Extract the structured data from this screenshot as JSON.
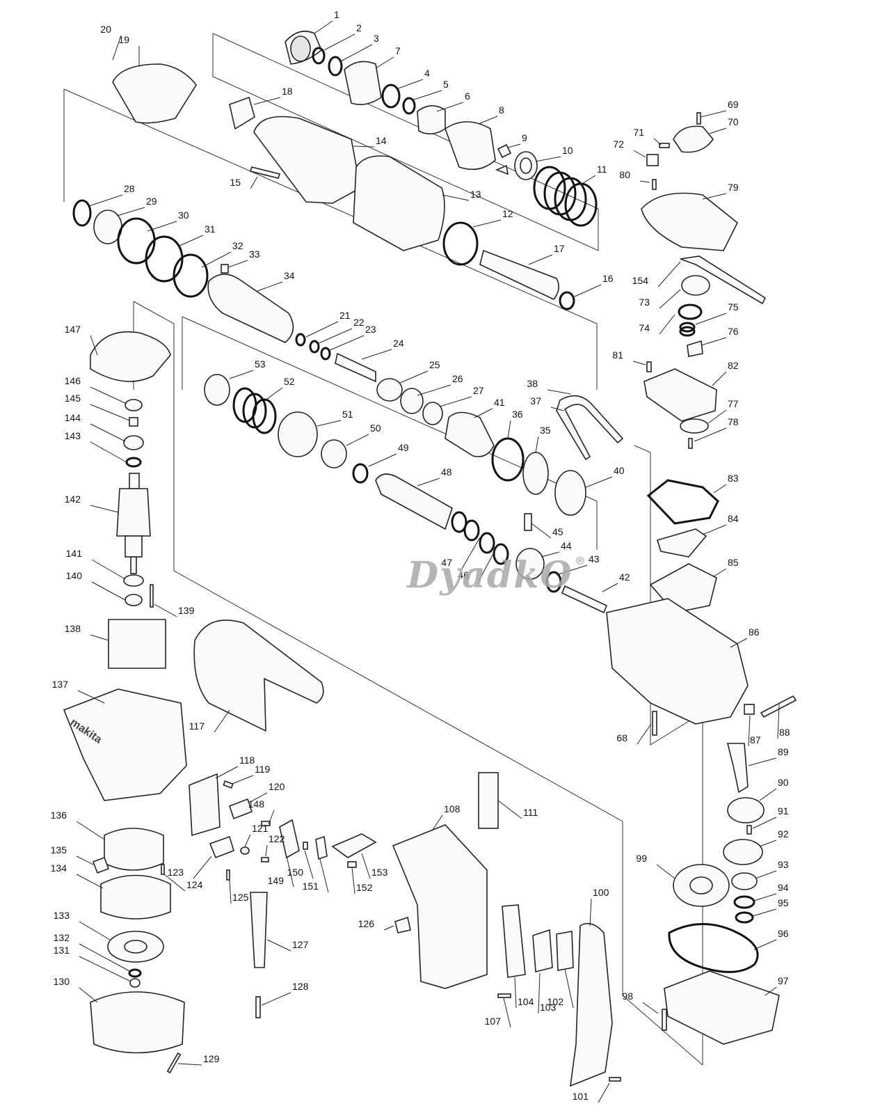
{
  "watermark": {
    "text": "DyadkO",
    "registered": "®"
  },
  "labels": [
    "1",
    "2",
    "3",
    "4",
    "5",
    "6",
    "7",
    "8",
    "9",
    "10",
    "11",
    "12",
    "13",
    "14",
    "15",
    "16",
    "17",
    "18",
    "19",
    "20",
    "21",
    "22",
    "23",
    "24",
    "25",
    "26",
    "27",
    "28",
    "29",
    "30",
    "31",
    "32",
    "33",
    "34",
    "35",
    "36",
    "37",
    "38",
    "40",
    "41",
    "42",
    "43",
    "44",
    "45",
    "46",
    "47",
    "48",
    "49",
    "50",
    "51",
    "52",
    "53",
    "68",
    "69",
    "70",
    "71",
    "72",
    "73",
    "74",
    "75",
    "76",
    "77",
    "78",
    "79",
    "80",
    "81",
    "82",
    "83",
    "84",
    "85",
    "86",
    "87",
    "88",
    "89",
    "90",
    "91",
    "92",
    "93",
    "94",
    "95",
    "96",
    "97",
    "98",
    "99",
    "100",
    "101",
    "102",
    "103",
    "104",
    "107",
    "108",
    "111",
    "117",
    "118",
    "119",
    "120",
    "121",
    "122",
    "123",
    "124",
    "125",
    "126",
    "127",
    "128",
    "129",
    "130",
    "131",
    "132",
    "133",
    "134",
    "135",
    "136",
    "137",
    "138",
    "139",
    "140",
    "141",
    "142",
    "143",
    "144",
    "145",
    "146",
    "147",
    "148",
    "149",
    "150",
    "151",
    "152",
    "153",
    "154"
  ],
  "product_logo": "makita"
}
